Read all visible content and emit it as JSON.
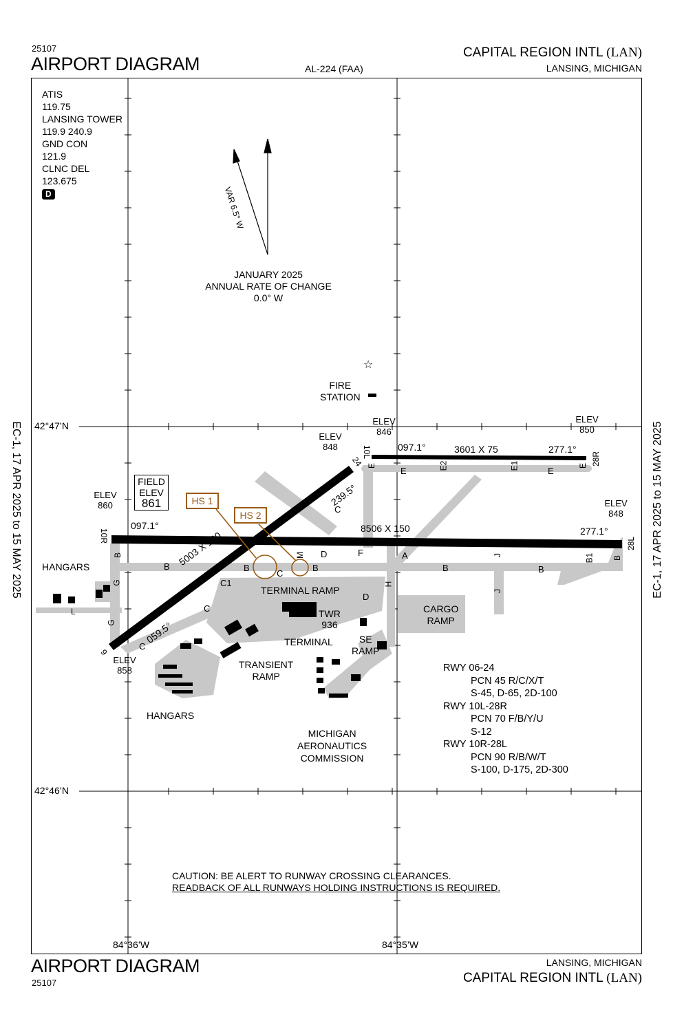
{
  "header": {
    "chart_number": "25107",
    "title": "AIRPORT DIAGRAM",
    "chart_id": "AL-224 (FAA)",
    "airport_name": "CAPITAL REGION INTL",
    "airport_ident": "(LAN)",
    "city_state": "LANSING, MICHIGAN"
  },
  "footer": {
    "title": "AIRPORT DIAGRAM",
    "chart_number": "25107",
    "city_state": "LANSING, MICHIGAN",
    "airport_name": "CAPITAL REGION INTL",
    "airport_ident": "(LAN)"
  },
  "side_text": {
    "left": "EC-1,  17 APR 2025  to  15 MAY 2025",
    "right": "EC-1,  17 APR 2025  to  15 MAY 2025"
  },
  "comms": [
    "ATIS",
    "119.75",
    "LANSING TOWER",
    "119.9  240.9",
    "GND CON",
    "121.9",
    "CLNC DEL",
    "123.675"
  ],
  "comms_badge": "D",
  "magnetic": {
    "variation": "VAR 6.5° W",
    "date": "JANUARY 2025",
    "rate_label": "ANNUAL RATE OF CHANGE",
    "rate": "0.0° W"
  },
  "graticule": {
    "lat_north": "42°47’N",
    "lat_south": "42°46’N",
    "lon_west": "84°36’W",
    "lon_east": "84°35’W"
  },
  "field_elev": {
    "label1": "FIELD",
    "label2": "ELEV",
    "value": "861"
  },
  "elevations": [
    {
      "label": "ELEV",
      "value": "860"
    },
    {
      "label": "ELEV",
      "value": "848"
    },
    {
      "label": "ELEV",
      "value": "846"
    },
    {
      "label": "ELEV",
      "value": "850"
    },
    {
      "label": "ELEV",
      "value": "848"
    },
    {
      "label": "ELEV",
      "value": "858"
    }
  ],
  "runways": {
    "rwy_10r_28l": {
      "ends": [
        "10R",
        "28L"
      ],
      "dims": "8506 X 150",
      "hdg_east": "097.1°",
      "hdg_west": "277.1°"
    },
    "rwy_10l_28r": {
      "ends": [
        "10L",
        "28R"
      ],
      "dims": "3601 X 75",
      "hdg_east": "097.1°",
      "hdg_west": "277.1°"
    },
    "rwy_06_24": {
      "ends": [
        "6",
        "24"
      ],
      "dims": "5003 X 120",
      "hdg_ne": "059.5°",
      "hdg_sw": "239.5°"
    }
  },
  "hotspots": [
    "HS 1",
    "HS 2"
  ],
  "taxiways": [
    "B",
    "B",
    "B",
    "B",
    "B",
    "B",
    "B",
    "B1",
    "C",
    "C",
    "C",
    "C",
    "C1",
    "D",
    "D",
    "E",
    "E",
    "E",
    "E",
    "E1",
    "E2",
    "F",
    "G",
    "G",
    "H",
    "J",
    "J",
    "L",
    "M",
    "A"
  ],
  "labels": {
    "hangars_w": "HANGARS",
    "hangars_s": "HANGARS",
    "terminal_ramp": "TERMINAL RAMP",
    "twr": "TWR",
    "twr_elev": "936",
    "terminal": "TERMINAL",
    "transient_ramp_1": "TRANSIENT",
    "transient_ramp_2": "RAMP",
    "se_ramp_1": "SE",
    "se_ramp_2": "RAMP",
    "cargo_ramp_1": "CARGO",
    "cargo_ramp_2": "RAMP",
    "mac_1": "MICHIGAN",
    "mac_2": "AERONAUTICS",
    "mac_3": "COMMISSION",
    "fire_1": "FIRE",
    "fire_2": "STATION"
  },
  "pcn_notes": [
    {
      "rwy": "RWY 06-24",
      "lines": [
        "PCN 45 R/C/X/T",
        "S-45, D-65, 2D-100"
      ]
    },
    {
      "rwy": "RWY 10L-28R",
      "lines": [
        "PCN 70 F/B/Y/U",
        "S-12"
      ]
    },
    {
      "rwy": "RWY 10R-28L",
      "lines": [
        "PCN 90 R/B/W/T",
        "S-100, D-175, 2D-300"
      ]
    }
  ],
  "caution": {
    "line1": "CAUTION: BE ALERT TO RUNWAY CROSSING CLEARANCES.",
    "line2": "READBACK OF ALL RUNWAYS HOLDING INSTRUCTIONS IS REQUIRED."
  },
  "colors": {
    "ink": "#000000",
    "pavement": "#c8c8c8",
    "hotspot": "#9b5a14",
    "background": "#ffffff"
  }
}
